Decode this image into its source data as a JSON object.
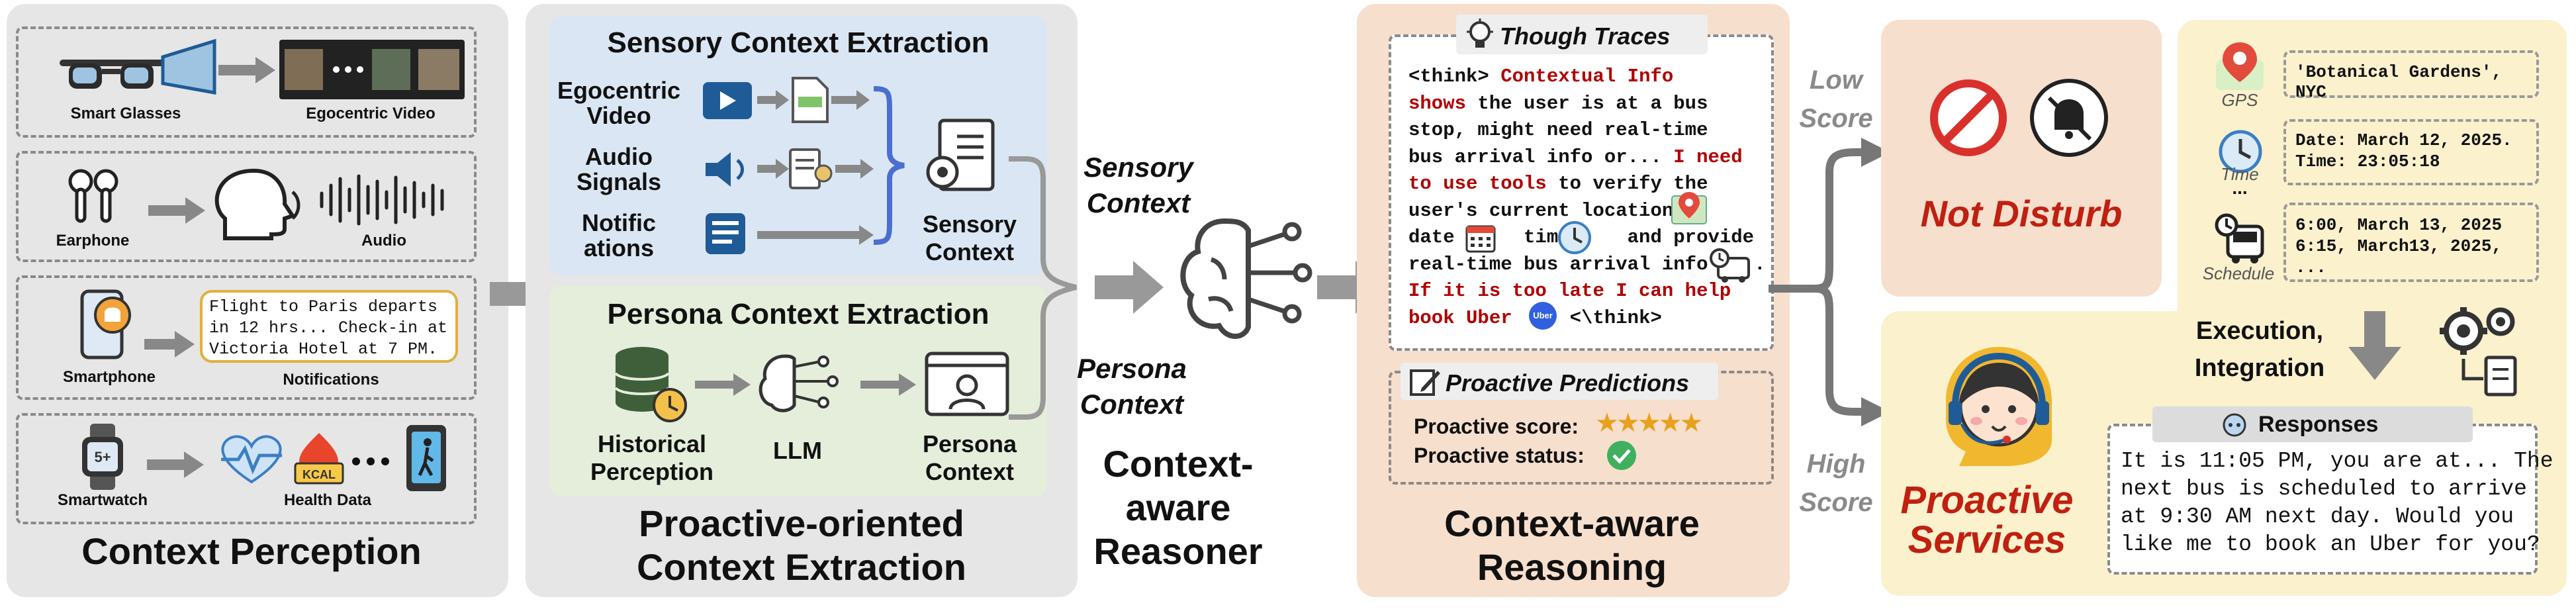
{
  "perception": {
    "title": "Context Perception",
    "devices": [
      {
        "device": "Smart Glasses",
        "output": "Egocentric Video"
      },
      {
        "device": "Earphone",
        "output": "Audio"
      },
      {
        "device": "Smartphone",
        "output": "Notifications",
        "notification_text": "Flight to Paris departs\nin 12 hrs... Check-in at\nVictoria Hotel at 7 PM."
      },
      {
        "device": "Smartwatch",
        "output": "Health Data",
        "kcal": "KCAL",
        "watch_num": "5+"
      }
    ]
  },
  "extraction": {
    "title": "Proactive-oriented\nContext Extraction",
    "sensory": {
      "title": "Sensory Context Extraction",
      "inputs": [
        "Egocentric\nVideo",
        "Audio\nSignals",
        "Notific\nations"
      ],
      "output": "Sensory\nContext"
    },
    "persona": {
      "title": "Persona Context Extraction",
      "stages": [
        "Historical\nPerception",
        "LLM",
        "Persona\nContext"
      ]
    }
  },
  "reasoner": {
    "sensory_label": "Sensory\nContext",
    "persona_label": "Persona\nContext",
    "title": "Context-aware\nReasoner"
  },
  "reasoning": {
    "title": "Context-aware\nReasoning",
    "traces_title": "Though Traces",
    "trace_lines": [
      [
        {
          "t": "<think> ",
          "c": "k"
        },
        {
          "t": "Contextual Info",
          "c": "r"
        }
      ],
      [
        {
          "t": "shows",
          "c": "r"
        },
        {
          "t": " the user is at a bus",
          "c": "k"
        }
      ],
      [
        {
          "t": "stop, might need real-time",
          "c": "k"
        }
      ],
      [
        {
          "t": "bus arrival info or... ",
          "c": "k"
        },
        {
          "t": "I need",
          "c": "r"
        }
      ],
      [
        {
          "t": "to use tools",
          "c": "r"
        },
        {
          "t": " to verify the",
          "c": "k"
        }
      ],
      [
        {
          "t": "user's current location",
          "c": "k"
        }
      ],
      [
        {
          "t": "date      time     and provide",
          "c": "k"
        }
      ],
      [
        {
          "t": "real-time bus arrival info    .",
          "c": "k"
        }
      ],
      [
        {
          "t": "If it is too late I can help",
          "c": "r"
        }
      ],
      [
        {
          "t": "book Uber",
          "c": "r"
        },
        {
          "t": "     <\\think>",
          "c": "k"
        }
      ]
    ],
    "uber_label": "Uber",
    "predictions_title": "Proactive Predictions",
    "score_label": "Proactive score:",
    "score_stars": 5,
    "status_label": "Proactive status:"
  },
  "decision": {
    "low": "Low\nScore",
    "high": "High\nScore",
    "not_disturb": "Not Disturb",
    "proactive_services": "Proactive\nServices"
  },
  "tools": {
    "rows": [
      {
        "label": "GPS",
        "value": "'Botanical Gardens', NYC"
      },
      {
        "label": "Time",
        "value": "Date: March 12, 2025.\nTime: 23:05:18"
      },
      {
        "label": "Schedule",
        "value": "6:00, March 13, 2025\n6:15, March13, 2025,\n..."
      }
    ],
    "ellipsis": "...",
    "exec_label": "Execution,\nIntegration",
    "responses_title": "Responses",
    "response_text": "It is 11:05 PM, you are at... The\nnext bus is scheduled to arrive\nat 9:30 AM next day. Would you\nlike me to book an Uber for you?"
  },
  "colors": {
    "gray_panel": "#e6e6e6",
    "sensory_bg": "#dbe6f4",
    "persona_bg": "#e4eedb",
    "reasoning_bg": "#f7dfcd",
    "service_bg": "#fbf1cd",
    "red_text": "#b00000",
    "red_title": "#c02010"
  }
}
